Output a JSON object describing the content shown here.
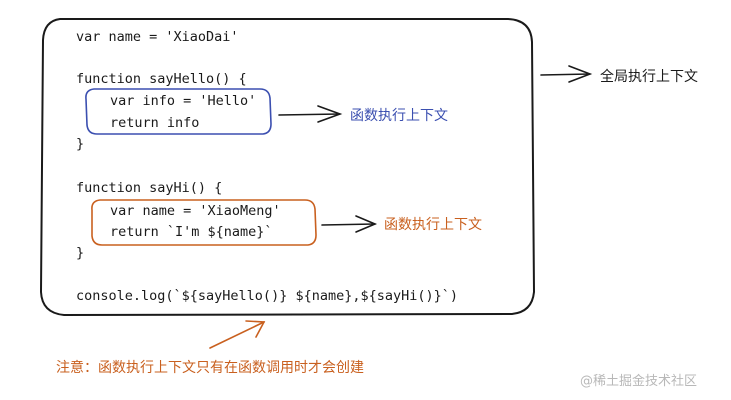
{
  "code": {
    "line_var": "var name = 'XiaoDai'",
    "fn_hello_open": "function sayHello() {",
    "fn_hello_body_1": "var info = 'Hello'",
    "fn_hello_body_2": "return info",
    "fn_hello_close": "}",
    "fn_hi_open": "function sayHi() {",
    "fn_hi_body_1": "var name = 'XiaoMeng'",
    "fn_hi_body_2": "return `I'm ${name}`",
    "fn_hi_close": "}",
    "console_line": "console.log(`${sayHello()} ${name},${sayHi()}`)"
  },
  "labels": {
    "global_context": "全局执行上下文",
    "hello_context": "函数执行上下文",
    "hi_context": "函数执行上下文"
  },
  "note": "注意：函数执行上下文只有在函数调用时才会创建",
  "watermark": "@稀土掘金技术社区",
  "colors": {
    "ink": "#1a1a1a",
    "blue": "#3b4fb0",
    "orange": "#c9601f",
    "watermark": "#b8b8b8"
  }
}
